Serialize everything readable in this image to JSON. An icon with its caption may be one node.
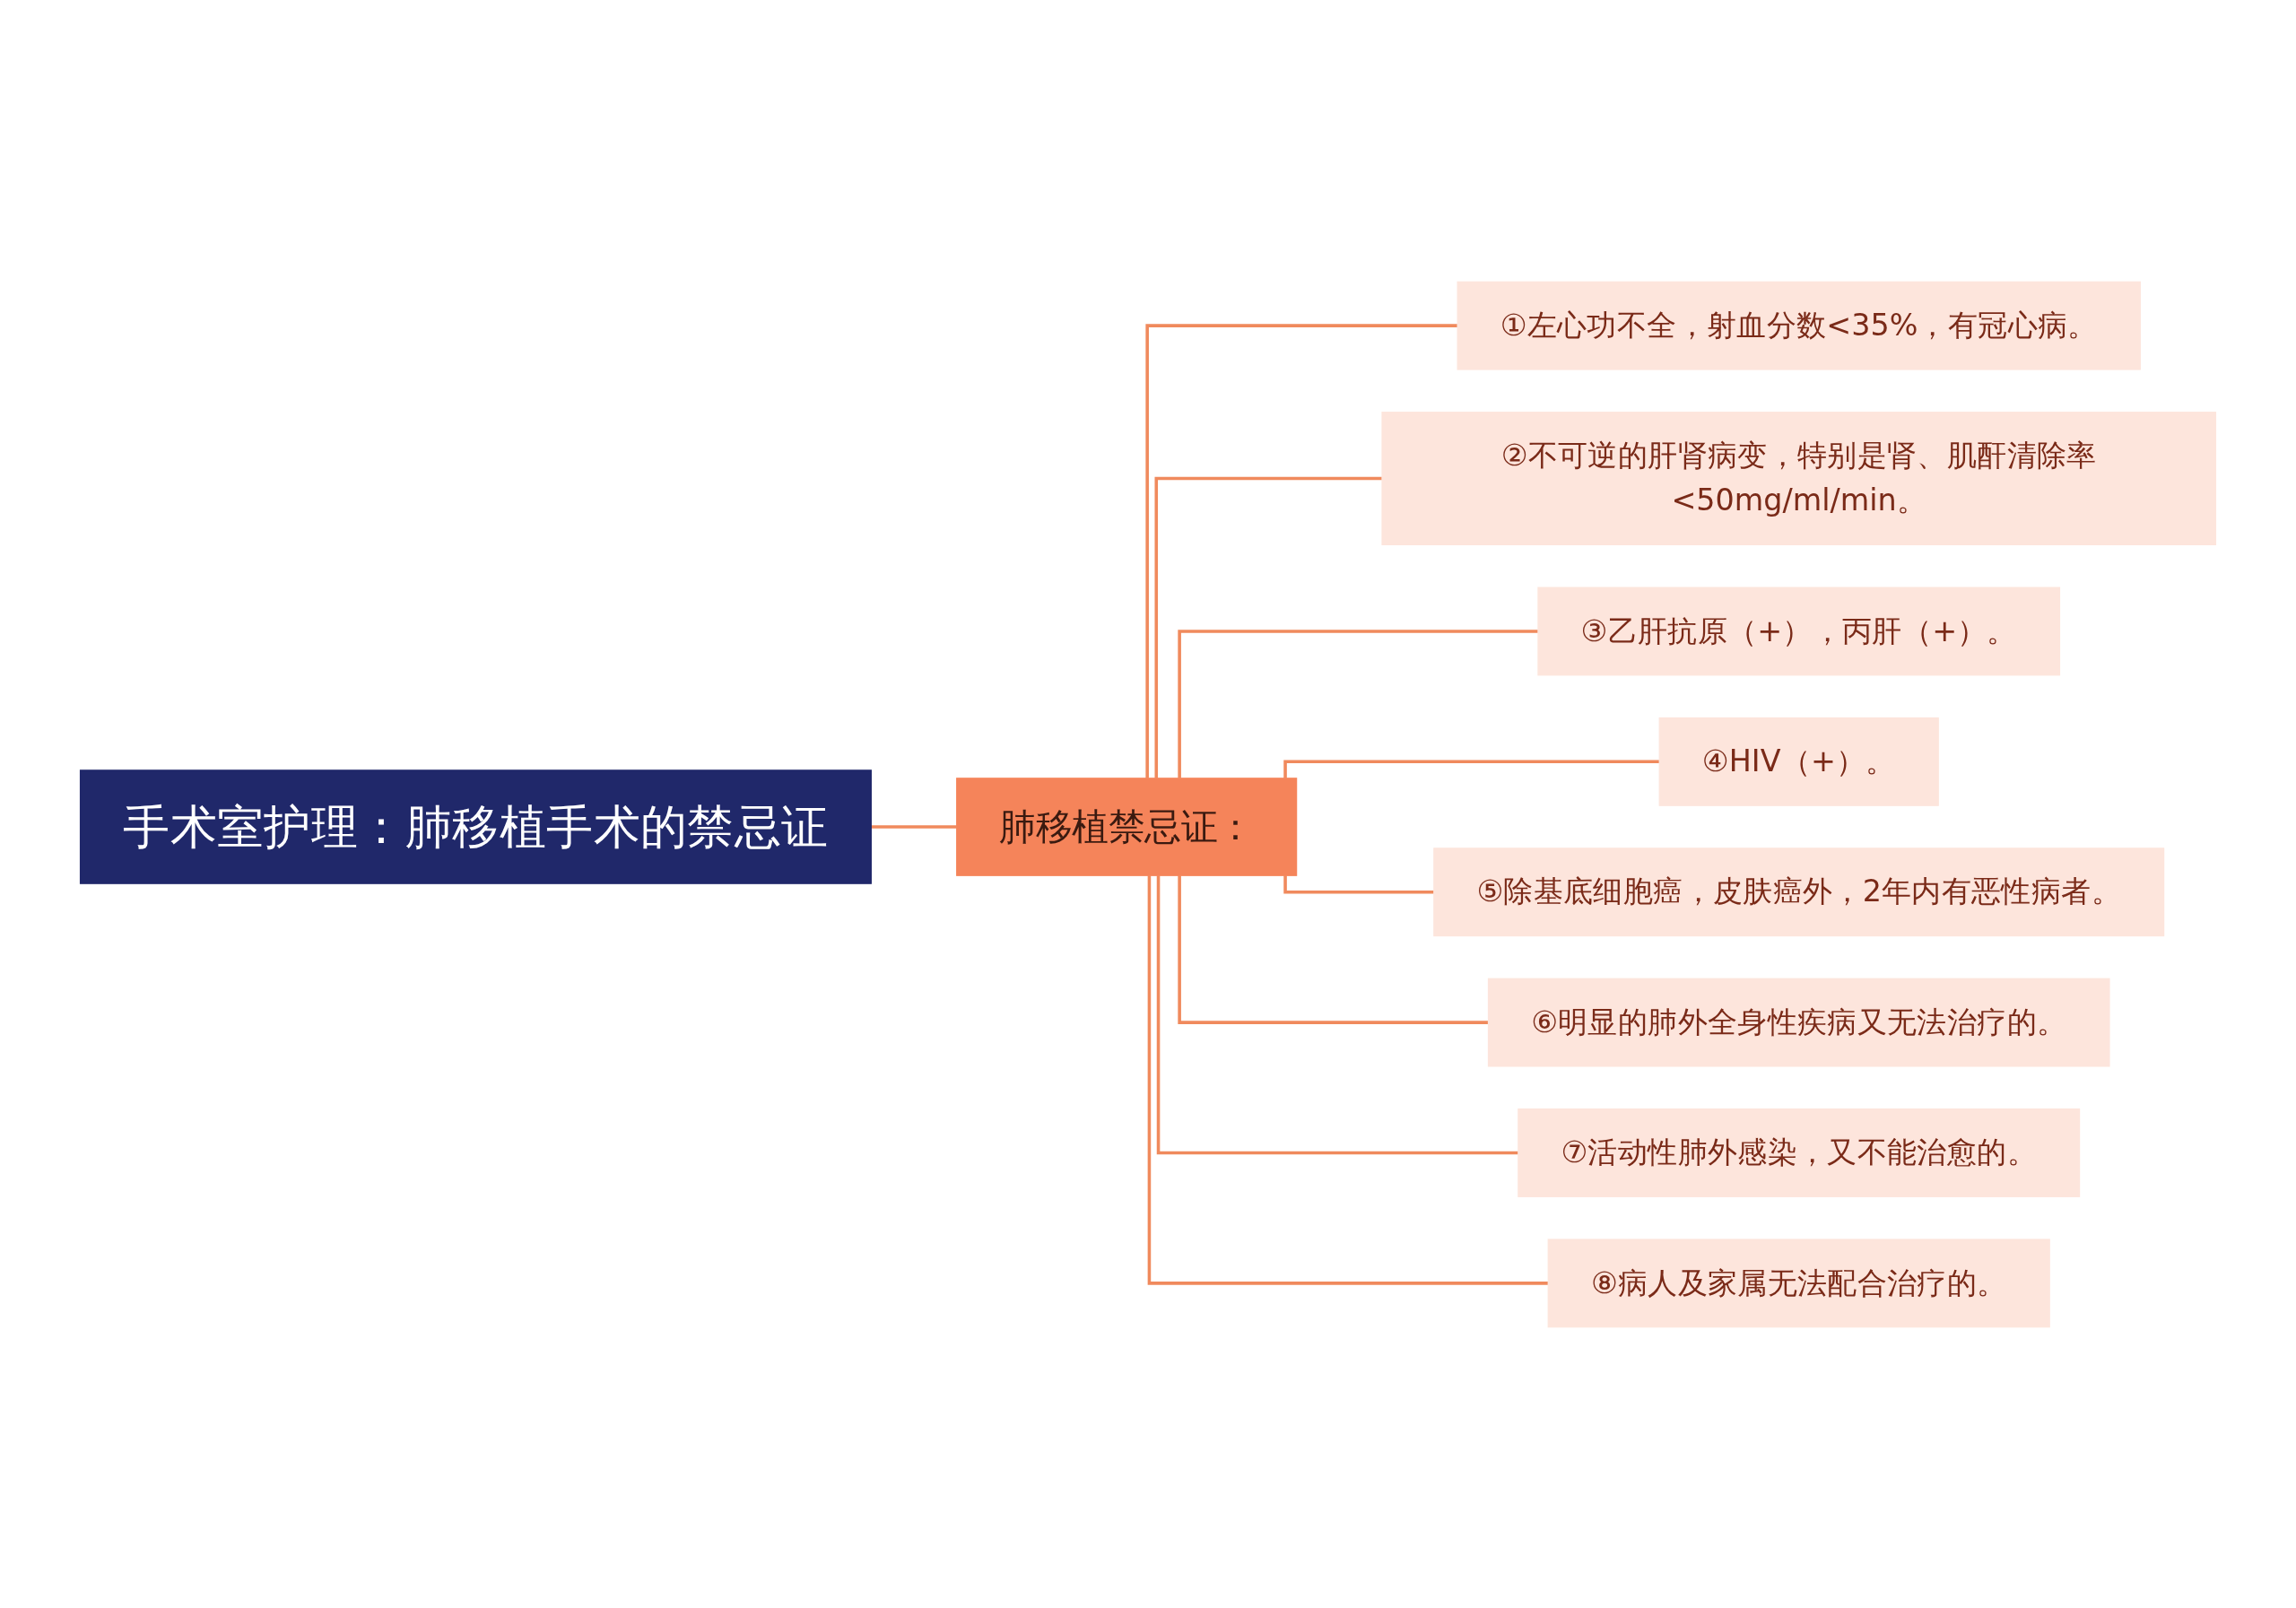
{
  "diagram": {
    "nodes": [
      {
        "text": [
          "手术室护理：肺移植手术的禁忌证"
        ]
      },
      {
        "text": [
          "肺移植禁忌证："
        ]
      },
      {
        "text": [
          "①左心功不全，射血分数<35%，有冠心病。"
        ]
      },
      {
        "text": [
          "②不可逆的肝肾病变，特别是肾、肌酐清除率<50mg/ml/min。"
        ]
      },
      {
        "text": [
          "③乙肝抗原（+），丙肝（+）。"
        ]
      },
      {
        "text": [
          "④HIV（+）。"
        ]
      },
      {
        "text": [
          "⑤除基底细胞癌，皮肤癌外，2年内有恶性病者。"
        ]
      },
      {
        "text": [
          "⑥明显的肺外全身性疾病又无法治疗的。"
        ]
      },
      {
        "text": [
          "⑦活动性肺外感染，又不能治愈的。"
        ]
      },
      {
        "text": [
          "⑧病人及家属无法配合治疗的。"
        ]
      }
    ],
    "edges": [
      {
        "from": 0,
        "to": 1,
        "arrow": "none"
      },
      {
        "from": 1,
        "to": 2,
        "arrow": "none"
      },
      {
        "from": 1,
        "to": 3,
        "arrow": "none"
      },
      {
        "from": 1,
        "to": 4,
        "arrow": "none"
      },
      {
        "from": 1,
        "to": 5,
        "arrow": "none"
      },
      {
        "from": 1,
        "to": 6,
        "arrow": "none"
      },
      {
        "from": 1,
        "to": 7,
        "arrow": "none"
      },
      {
        "from": 1,
        "to": 8,
        "arrow": "none"
      },
      {
        "from": 1,
        "to": 9,
        "arrow": "none"
      }
    ]
  }
}
